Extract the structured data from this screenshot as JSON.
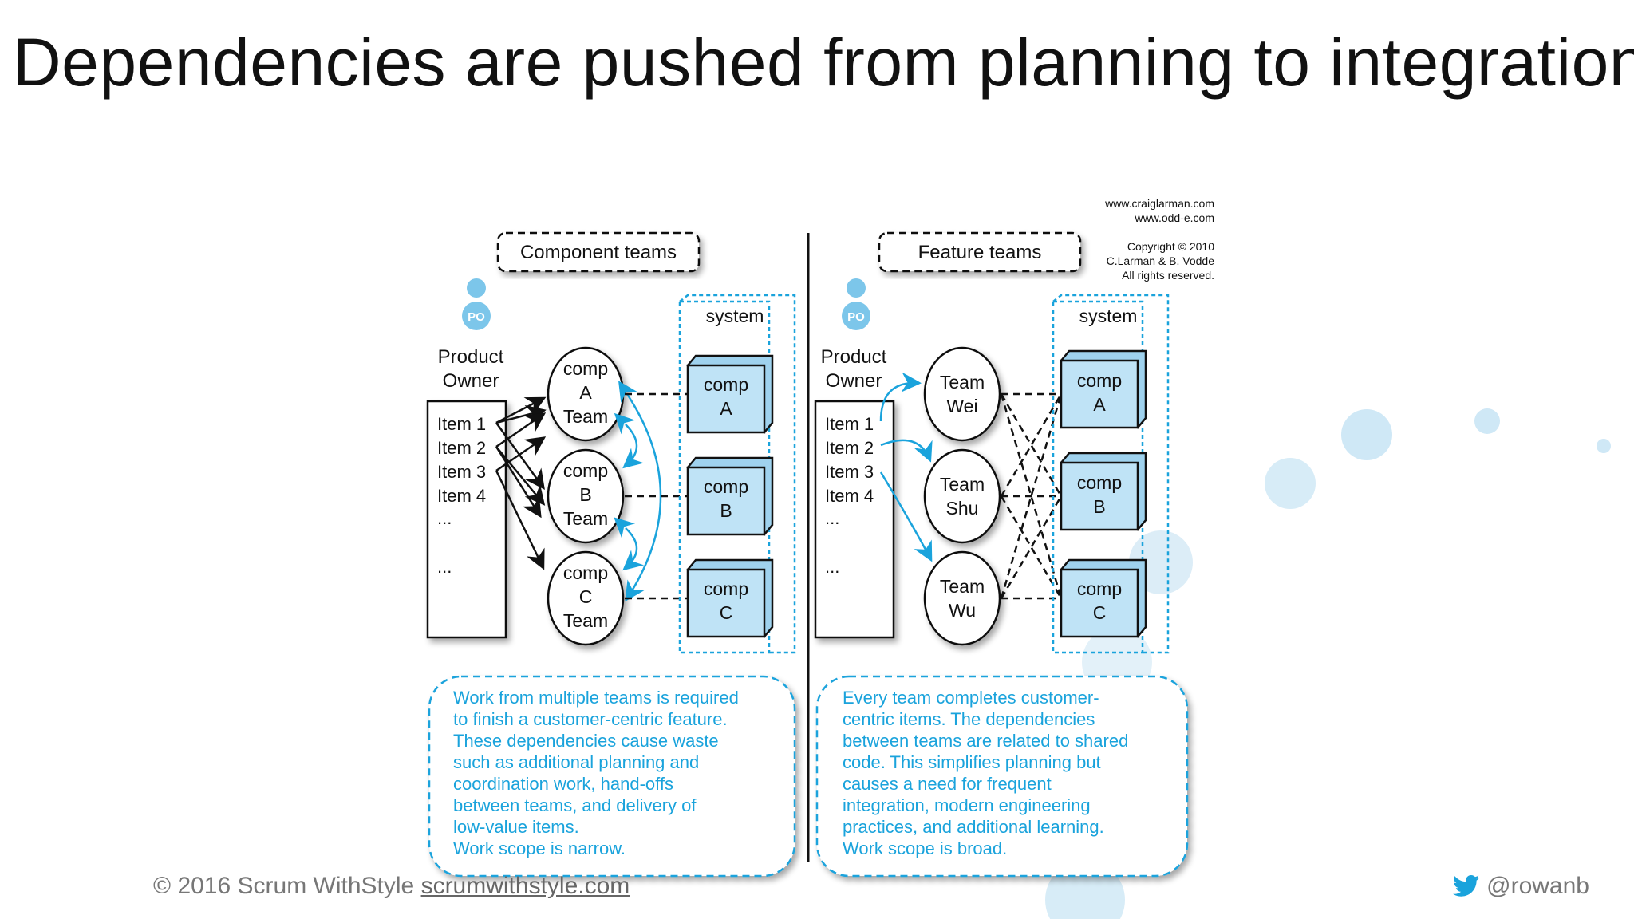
{
  "slide": {
    "title": "Dependencies are pushed from planning to integration"
  },
  "left": {
    "heading": "Component teams",
    "po_badge": "PO",
    "po_label_line1": "Product",
    "po_label_line2": "Owner",
    "items": [
      "Item 1",
      "Item 2",
      "Item 3",
      "Item 4",
      "...",
      "..."
    ],
    "system_label": "system",
    "teams": [
      {
        "line1": "comp",
        "line2": "A",
        "line3": "Team"
      },
      {
        "line1": "comp",
        "line2": "B",
        "line3": "Team"
      },
      {
        "line1": "comp",
        "line2": "C",
        "line3": "Team"
      }
    ],
    "components": [
      {
        "line1": "comp",
        "line2": "A"
      },
      {
        "line1": "comp",
        "line2": "B"
      },
      {
        "line1": "comp",
        "line2": "C"
      }
    ],
    "note": [
      "Work from multiple teams is required",
      "to finish a customer-centric feature.",
      "These dependencies cause waste",
      "such as additional planning and",
      "coordination work, hand-offs",
      "between teams, and delivery of",
      "low-value items.",
      "Work scope is narrow."
    ]
  },
  "right": {
    "heading": "Feature teams",
    "po_badge": "PO",
    "po_label_line1": "Product",
    "po_label_line2": "Owner",
    "items": [
      "Item 1",
      "Item 2",
      "Item 3",
      "Item 4",
      "...",
      "..."
    ],
    "system_label": "system",
    "teams": [
      {
        "line1": "Team",
        "line2": "Wei"
      },
      {
        "line1": "Team",
        "line2": "Shu"
      },
      {
        "line1": "Team",
        "line2": "Wu"
      }
    ],
    "components": [
      {
        "line1": "comp",
        "line2": "A"
      },
      {
        "line1": "comp",
        "line2": "B"
      },
      {
        "line1": "comp",
        "line2": "C"
      }
    ],
    "note": [
      "Every team completes customer-",
      "centric items. The dependencies",
      "between teams are related to shared",
      "code. This simplifies planning but",
      "causes a need for frequent",
      "integration, modern engineering",
      "practices, and additional learning.",
      "Work scope is broad."
    ]
  },
  "credits": {
    "url1": "www.craiglarman.com",
    "url2": "www.odd-e.com",
    "copyright": "Copyright © 2010",
    "authors": "C.Larman & B. Vodde",
    "rights": "All rights reserved."
  },
  "footer": {
    "copyright": "© 2016 Scrum WithStyle",
    "link": "scrumwithstyle.com",
    "twitter_handle": "@rowanb",
    "twitter_icon": "twitter-bird-icon"
  },
  "colors": {
    "accent_blue": "#1aa3dc",
    "component_fill": "#bfe3f6",
    "bubble": "#cfe8f6"
  }
}
